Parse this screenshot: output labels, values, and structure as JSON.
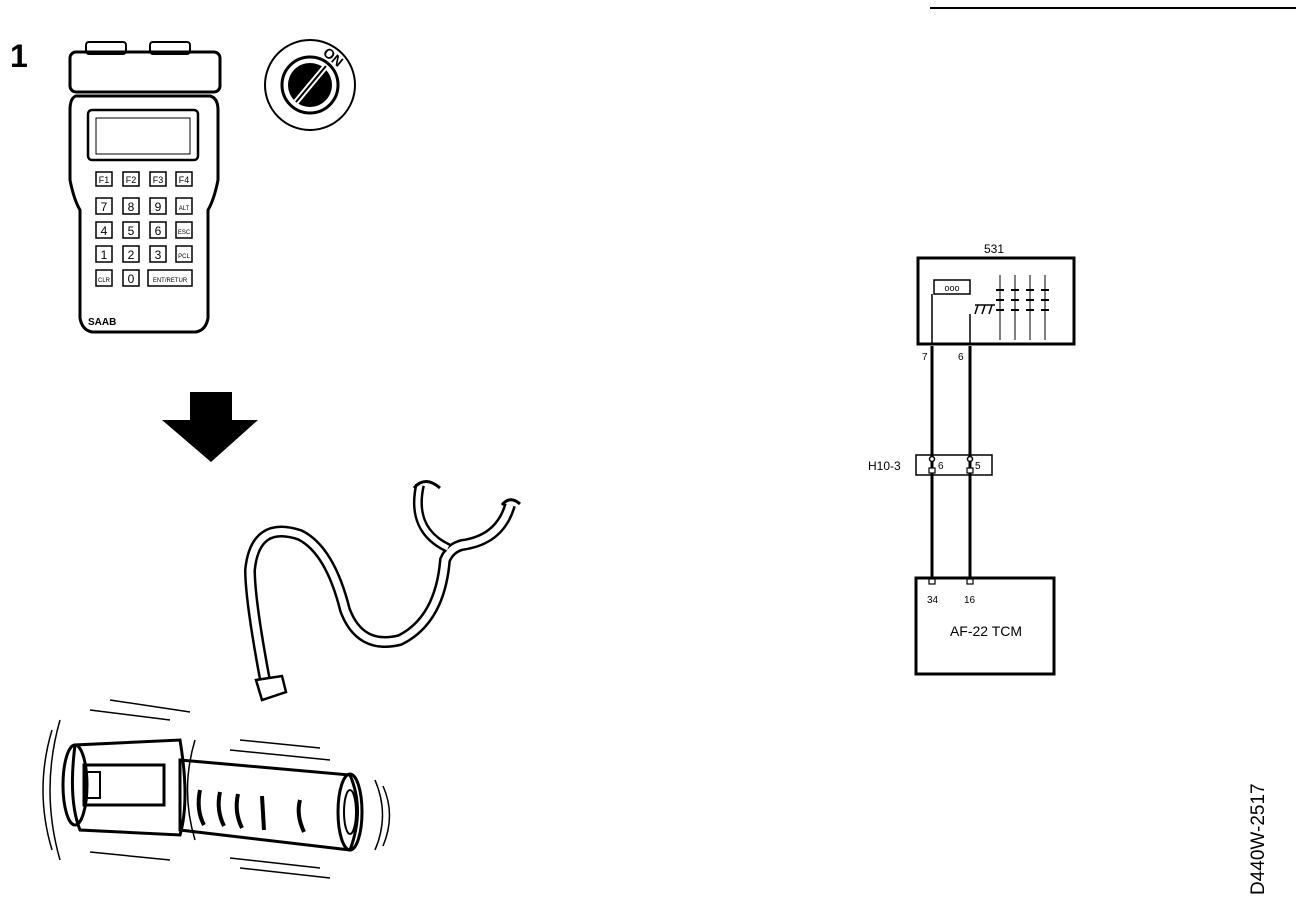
{
  "step_number": "1",
  "tester": {
    "brand": "SAAB",
    "keys_row1": [
      "F1",
      "F2",
      "F3",
      "F4"
    ],
    "keys_row2": [
      "7",
      "8",
      "9",
      "ALT"
    ],
    "keys_row3": [
      "4",
      "5",
      "6",
      "ESC"
    ],
    "keys_row4": [
      "1",
      "2",
      "3",
      "PCL"
    ],
    "keys_row5": [
      "CLR",
      "0",
      "ENT/RETUR"
    ]
  },
  "ignition_label": "ON",
  "diagram": {
    "module_top": "531",
    "pin_left_top": "7",
    "pin_right_top": "6",
    "connector": "H10-3",
    "connector_pin_left": "6",
    "connector_pin_right": "5",
    "pin_left_bottom": "34",
    "pin_right_bottom": "16",
    "module_bottom": "AF-22 TCM"
  },
  "figure_code": "D440W-2517"
}
